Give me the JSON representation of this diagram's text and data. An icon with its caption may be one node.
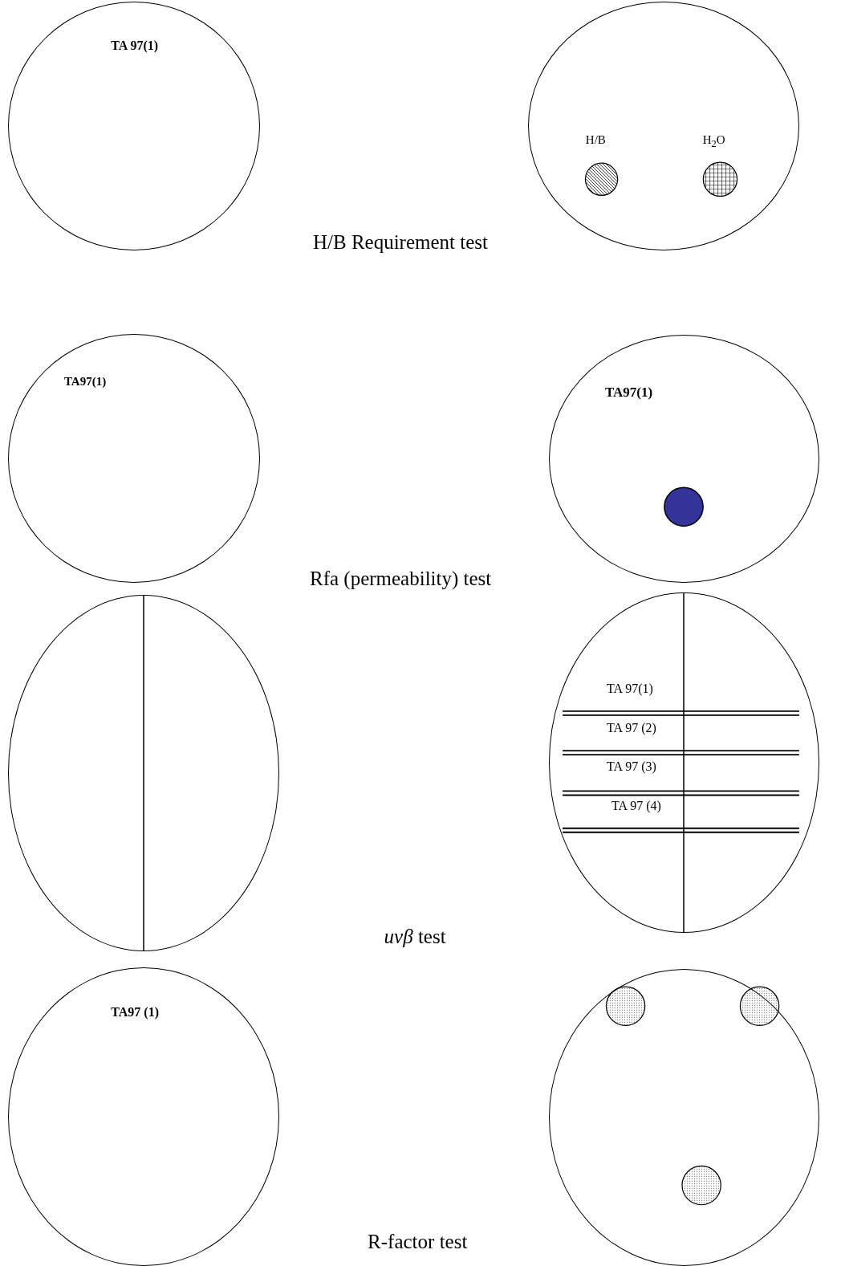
{
  "diagram": {
    "nodes": [
      {
        "text": [
          "TA 97(1)"
        ]
      },
      {
        "text": [
          "H/B",
          "H$_{2}$O"
        ]
      },
      {
        "text": [
          "TA97(1)"
        ]
      },
      {
        "text": [
          "TA97(1)"
        ]
      },
      {
        "text": [],
        "shape": "circle"
      },
      {
        "text": [
          "TA 97(1)",
          "TA 97 (2)",
          "TA 97 (3)",
          "TA 97 (4)"
        ]
      },
      {
        "text": [
          "TA97 (1)"
        ]
      },
      {
        "text": [],
        "shape": "circle"
      }
    ],
    "edges": [],
    "labels": [
      "H/B Requirement test",
      "Rfa (permeability) test",
      "*uvβ* test",
      "R-factor test"
    ]
  }
}
